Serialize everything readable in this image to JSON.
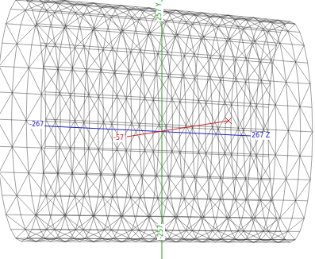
{
  "diagram": {
    "labels": [
      "257 Y",
      "-267",
      "-57",
      "267 Z",
      "-257"
    ]
  }
}
